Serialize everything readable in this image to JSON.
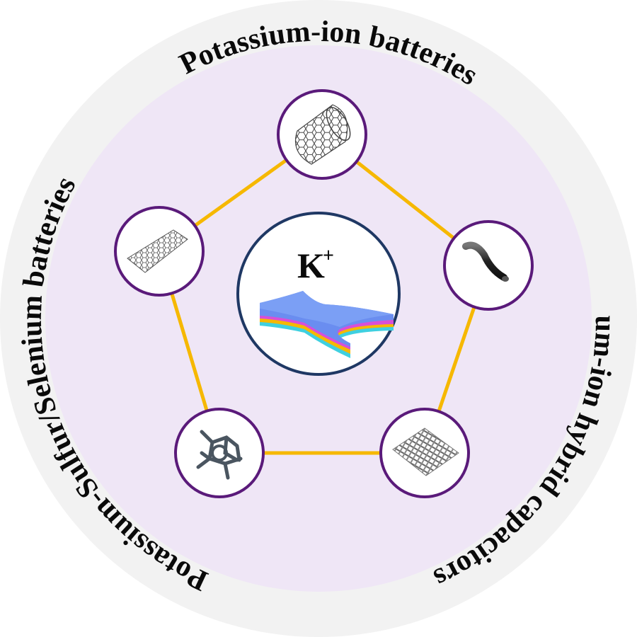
{
  "ring_labels": {
    "top": "Potassium-ion batteries",
    "right": "Potassium-ion hybrid capacitors",
    "left": "Potassium-Sulfur/Selenium batteries"
  },
  "center": {
    "ion": "K",
    "charge": "+"
  },
  "nodes": [
    {
      "icon": "carbon-nanotube-icon"
    },
    {
      "icon": "carbon-fiber-icon"
    },
    {
      "icon": "carbon-mesh-icon"
    },
    {
      "icon": "3d-carbon-framework-icon"
    },
    {
      "icon": "graphene-sheet-icon"
    }
  ],
  "colors": {
    "outer_ring": "#f2f2f2",
    "inner_disc": "#efe6f6",
    "node_stroke": "#5a1a7a",
    "center_stroke": "#1f3864",
    "edge": "#f6b800"
  }
}
